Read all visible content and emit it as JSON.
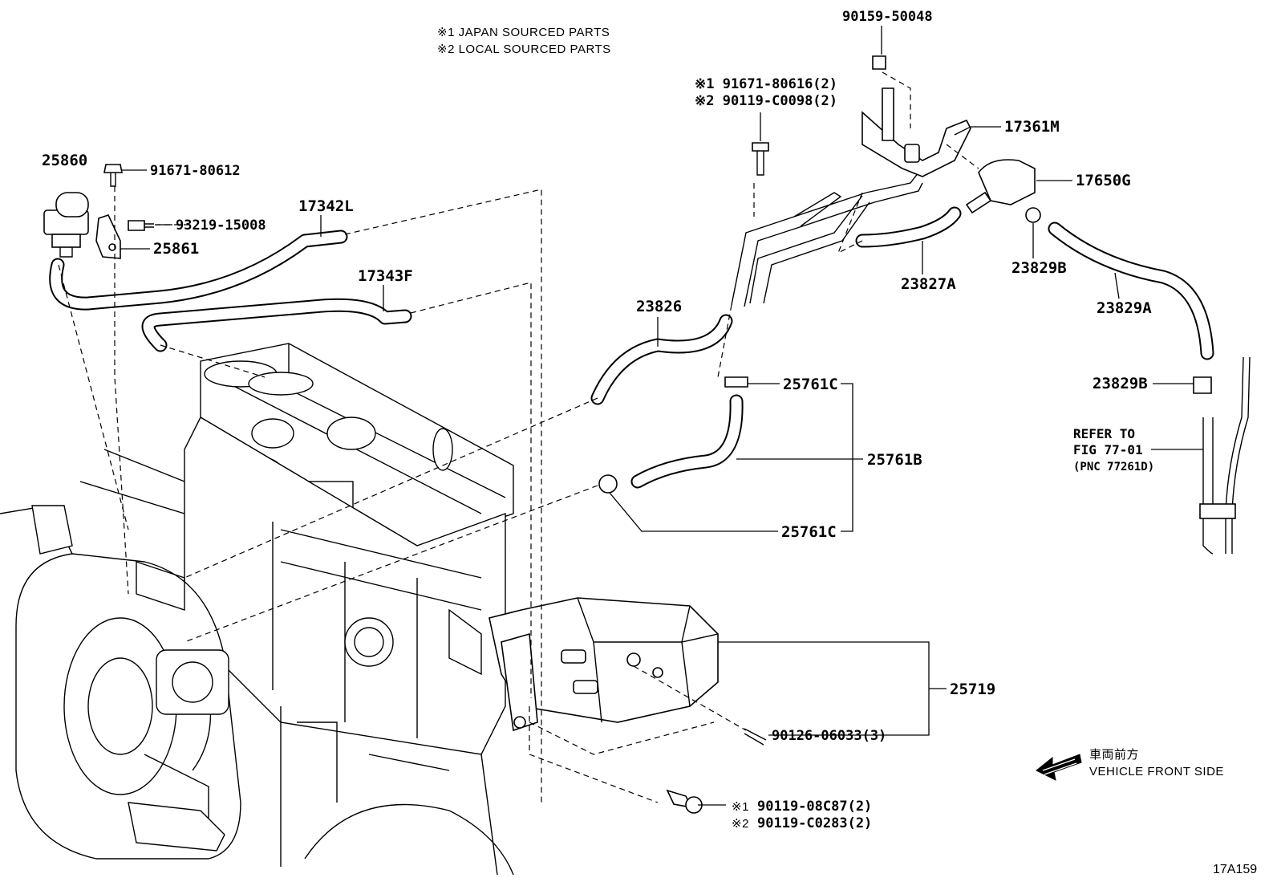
{
  "notes": {
    "japan": "※1 JAPAN SOURCED PARTS",
    "local": "※2 LOCAL SOURCED PARTS"
  },
  "parts": {
    "p25860": "25860",
    "p91671_80612": "91671-80612",
    "p93219_15008": "93219-15008",
    "p25861": "25861",
    "p17342L": "17342L",
    "p17343F": "17343F",
    "p91671_80616": "※1 91671-80616(2)",
    "p90119_C0098": "※2 90119-C0098(2)",
    "p90159_50048": "90159-50048",
    "p17361M": "17361M",
    "p17650G": "17650G",
    "p23826": "23826",
    "p23827A": "23827A",
    "p23829B_top": "23829B",
    "p23829A": "23829A",
    "p23829B_bottom": "23829B",
    "p25761C_top": "25761C",
    "p25761B": "25761B",
    "p25761C_bottom": "25761C",
    "p25719": "25719",
    "p90126_06033": "90126-06033(3)",
    "p90119_08C87": "90119-08C87(2)",
    "p90119_C0283": "90119-C0283(2)",
    "mark1": "※1",
    "mark2": "※2"
  },
  "refer": {
    "line1": "REFER TO",
    "line2": "FIG 77-01",
    "line3": "(PNC 77261D)"
  },
  "direction": {
    "japanese": "車両前方",
    "english": "VEHICLE FRONT SIDE"
  },
  "figure_id": "17A159"
}
